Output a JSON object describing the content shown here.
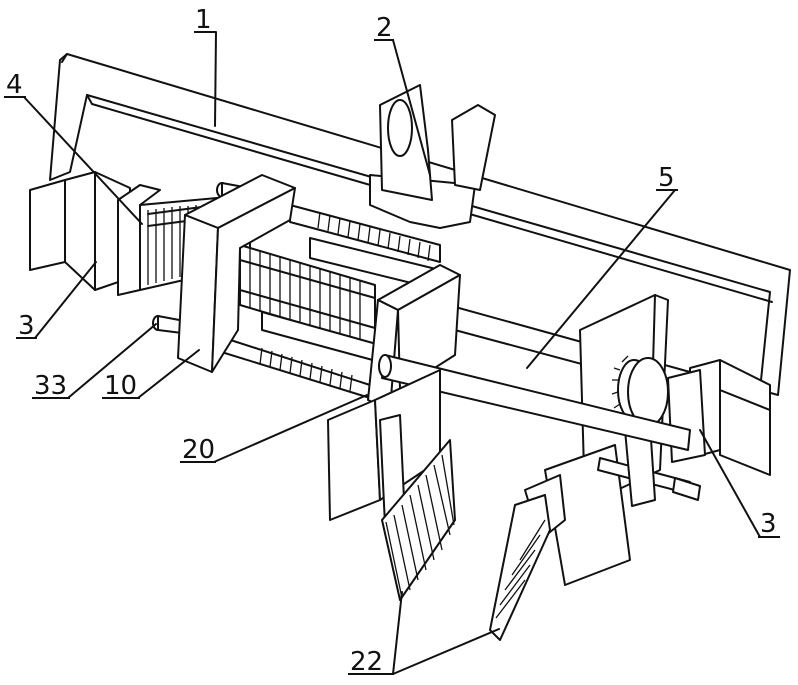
{
  "labels": {
    "frame": "1",
    "clamp": "2",
    "end_block_left": "3",
    "end_block_right": "3",
    "spring_rod": "4",
    "guide_rod": "5",
    "bolt": "33",
    "slider": "10",
    "comb_plate": "20",
    "brush": "22"
  }
}
